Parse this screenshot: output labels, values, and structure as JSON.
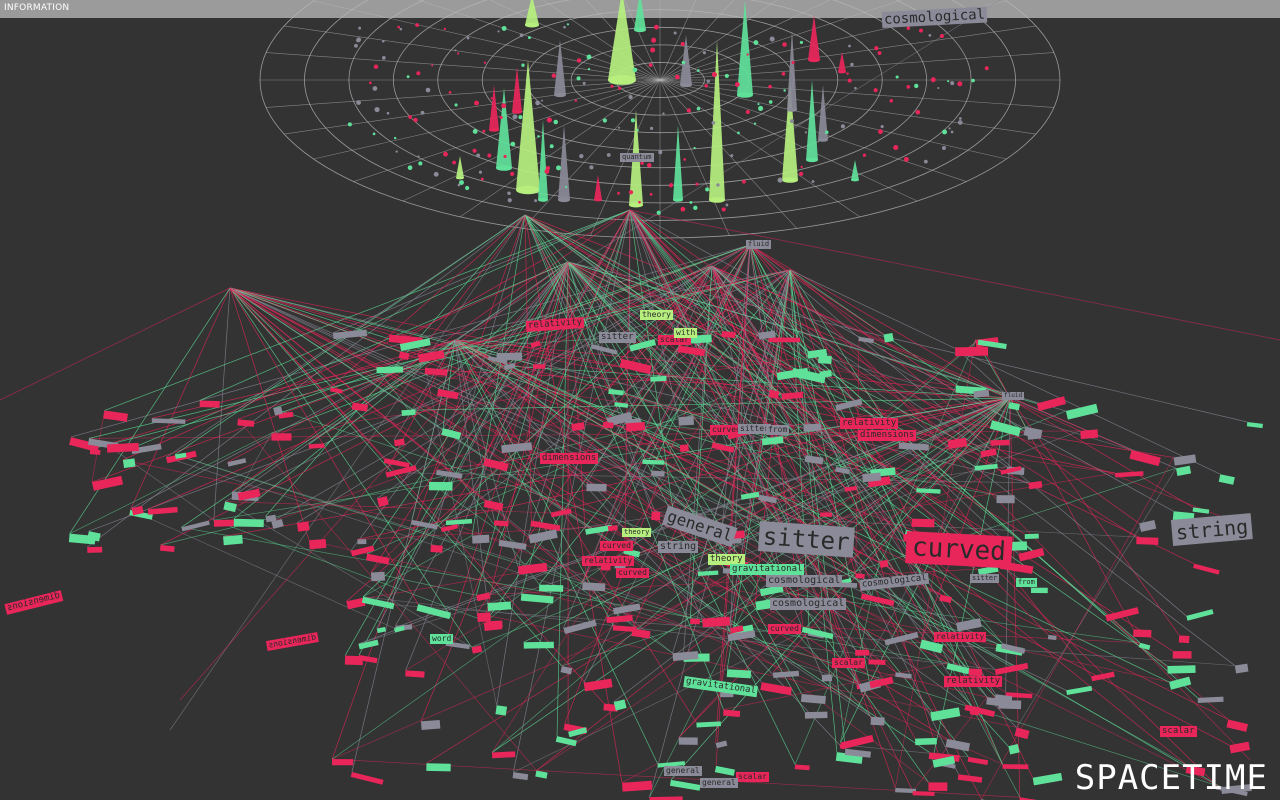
{
  "window": {
    "title": "INFORMATION"
  },
  "scene": {
    "title": "SPACETIME"
  },
  "colors": {
    "background": "#333333",
    "red": "#e8265a",
    "green": "#5fe19a",
    "gray": "#8a8a98",
    "lime": "#b6ef7e",
    "grid": "#bbbbbb"
  },
  "labels": {
    "top_right": "cosmological",
    "hub": "quantum",
    "fluid": "fluid",
    "theory_1": "theory",
    "relativity_1": "relativity",
    "sitter_1": "sitter",
    "scalar_1": "scalar",
    "with_1": "with",
    "dimensions_1": "dimensions",
    "curved_big": "curved",
    "sitter_big": "sitter",
    "general_big": "general",
    "string_big": "string",
    "string_2": "string",
    "theory_2": "theory",
    "gravitational_1": "gravitational",
    "cosmological_1": "cosmological",
    "cosmological_2": "cosmological",
    "cosmological_3": "cosmological",
    "curved_1": "curved",
    "curved_2": "curved",
    "curved_3": "curved",
    "curved_4": "curved",
    "relativity_2": "relativity",
    "relativity_3": "relativity",
    "relativity_4": "relativity",
    "relativity_5": "relativity",
    "dimensions_2": "dimensions",
    "dimensions_3": "dimensions",
    "dimensions_4": "dimensions",
    "gravitational_2": "gravitational",
    "scalar_2": "scalar",
    "scalar_3": "scalar",
    "scalar_4": "scalar",
    "general_2": "general",
    "general_3": "general",
    "sitter_2": "sitter",
    "sitter_3": "sitter",
    "from_1": "from",
    "from_2": "from",
    "word_1": "word",
    "theory_3": "theory",
    "fluid_2": "fluid"
  }
}
